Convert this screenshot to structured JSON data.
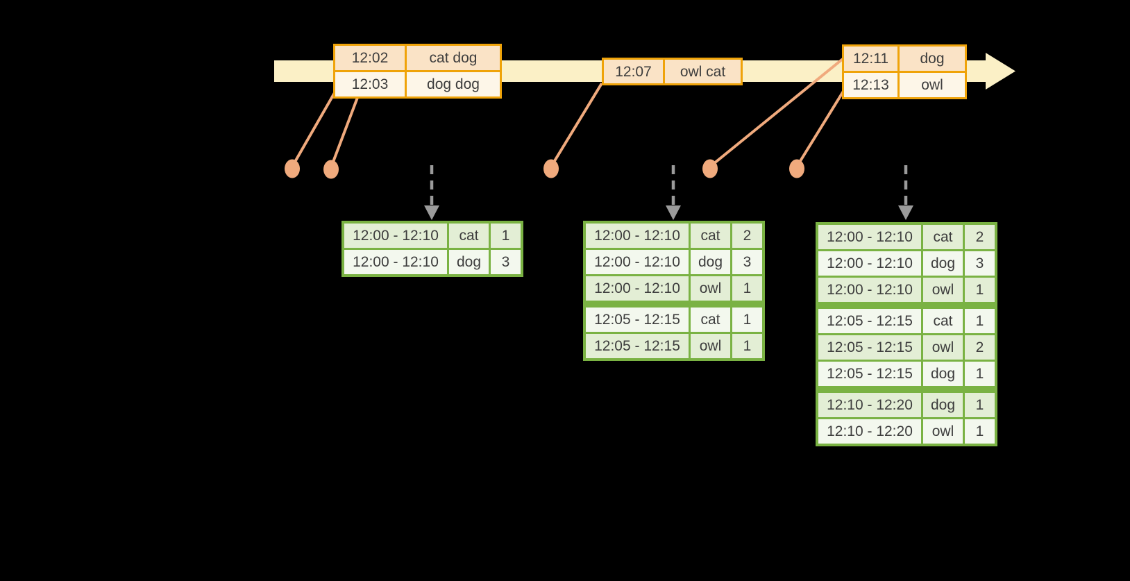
{
  "colors": {
    "bg": "#000000",
    "band": "#FBF0C6",
    "gold": "#EFA309",
    "peach": "#FAE3C6",
    "cream": "#FDF6E8",
    "salmon": "#F0AA7D",
    "gray": "#9B9B9B",
    "green": "#7AB243",
    "greenrow": "#E3EED5",
    "greenlight": "#F3F8EE",
    "text": "#3D3D3D"
  },
  "event_tables": [
    {
      "rows": [
        {
          "time": "12:02",
          "words": "cat dog"
        },
        {
          "time": "12:03",
          "words": "dog dog"
        }
      ]
    },
    {
      "rows": [
        {
          "time": "12:07",
          "words": "owl cat"
        }
      ]
    },
    {
      "rows": [
        {
          "time": "12:11",
          "words": "dog"
        },
        {
          "time": "12:13",
          "words": "owl"
        }
      ]
    }
  ],
  "result_tables": [
    {
      "rows": [
        {
          "window": "12:00 - 12:10",
          "word": "cat",
          "count": "1"
        },
        {
          "window": "12:00 - 12:10",
          "word": "dog",
          "count": "3"
        }
      ]
    },
    {
      "rows": [
        {
          "window": "12:00 - 12:10",
          "word": "cat",
          "count": "2"
        },
        {
          "window": "12:00 - 12:10",
          "word": "dog",
          "count": "3"
        },
        {
          "window": "12:00 - 12:10",
          "word": "owl",
          "count": "1"
        },
        {
          "window": "12:05 - 12:15",
          "word": "cat",
          "count": "1",
          "group_start": true
        },
        {
          "window": "12:05 - 12:15",
          "word": "owl",
          "count": "1"
        }
      ]
    },
    {
      "rows": [
        {
          "window": "12:00 - 12:10",
          "word": "cat",
          "count": "2"
        },
        {
          "window": "12:00 - 12:10",
          "word": "dog",
          "count": "3"
        },
        {
          "window": "12:00 - 12:10",
          "word": "owl",
          "count": "1"
        },
        {
          "window": "12:05 - 12:15",
          "word": "cat",
          "count": "1",
          "group_start": true
        },
        {
          "window": "12:05 - 12:15",
          "word": "owl",
          "count": "2"
        },
        {
          "window": "12:05 - 12:15",
          "word": "dog",
          "count": "1"
        },
        {
          "window": "12:10 - 12:20",
          "word": "dog",
          "count": "1",
          "group_start": true
        },
        {
          "window": "12:10 - 12:20",
          "word": "owl",
          "count": "1"
        }
      ]
    }
  ]
}
